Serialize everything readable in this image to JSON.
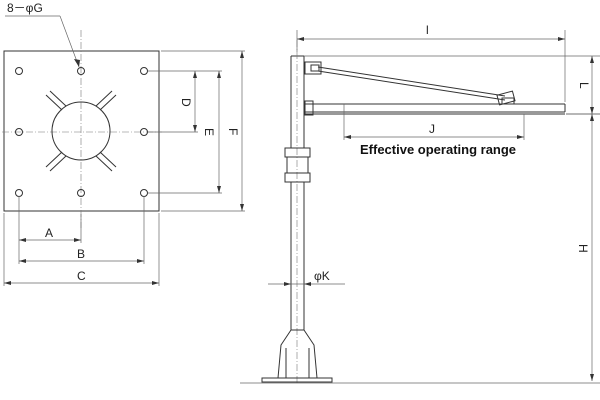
{
  "plan_view": {
    "hole_label": "8－φG",
    "dim_a": "A",
    "dim_b": "B",
    "dim_c": "C",
    "dim_d": "D",
    "dim_e": "E",
    "dim_f": "F"
  },
  "side_view": {
    "dim_l_upper": "l",
    "dim_l_side": "L",
    "dim_j": "J",
    "dim_h": "H",
    "dim_k": "φK",
    "caption": "Effective operating range"
  }
}
